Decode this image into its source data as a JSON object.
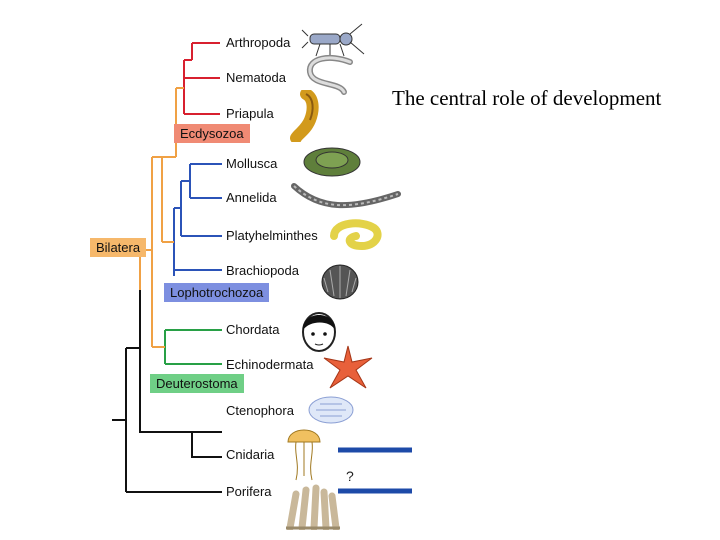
{
  "slide": {
    "title": "The central role of development"
  },
  "taxa": [
    {
      "id": "arthropoda",
      "label": "Arthropoda",
      "icon": "crayfish-icon"
    },
    {
      "id": "nematoda",
      "label": "Nematoda",
      "icon": "roundworm-icon"
    },
    {
      "id": "priapula",
      "label": "Priapula",
      "icon": "priapulid-icon"
    },
    {
      "id": "mollusca",
      "label": "Mollusca",
      "icon": "snail-icon"
    },
    {
      "id": "annelida",
      "label": "Annelida",
      "icon": "segmented-worm-icon"
    },
    {
      "id": "platyhelminthes",
      "label": "Platyhelminthes",
      "icon": "flatworm-icon"
    },
    {
      "id": "brachiopoda",
      "label": "Brachiopoda",
      "icon": "brachiopod-shell-icon"
    },
    {
      "id": "chordata",
      "label": "Chordata",
      "icon": "human-face-icon"
    },
    {
      "id": "echinodermata",
      "label": "Echinodermata",
      "icon": "starfish-icon"
    },
    {
      "id": "ctenophora",
      "label": "Ctenophora",
      "icon": "comb-jelly-icon"
    },
    {
      "id": "cnidaria",
      "label": "Cnidaria",
      "icon": "jellyfish-icon"
    },
    {
      "id": "porifera",
      "label": "Porifera",
      "icon": "sponge-icon"
    }
  ],
  "clades": {
    "ecdysozoa": {
      "label": "Ecdysozoa",
      "color": "#f08a74",
      "line_color": "#d8202f"
    },
    "lophotrochozoa": {
      "label": "Lophotrochozoa",
      "color": "#7d8fe0",
      "line_color": "#2b53b8"
    },
    "deuterostoma": {
      "label": "Deuterostoma",
      "color": "#6fcf86",
      "line_color": "#28a046"
    },
    "bilatera": {
      "label": "Bilatera",
      "color": "#f6b86b",
      "line_color": "#f0a145"
    }
  },
  "base_line_color": "#111111",
  "marker_color": "#1d4aa8",
  "annotation": {
    "question_mark": "?"
  }
}
